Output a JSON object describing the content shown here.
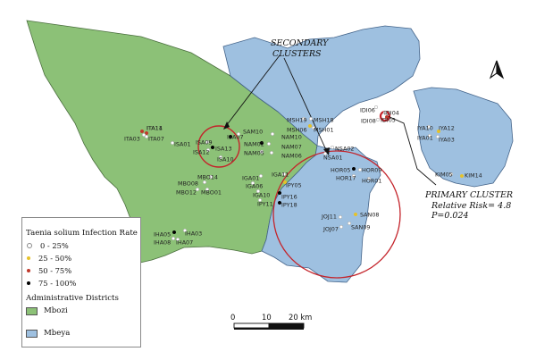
{
  "colors": {
    "green_region": "#8cc177",
    "blue_region": "#9ec0e0",
    "rate_0_25": "#ffffff",
    "rate_25_50": "#e6c229",
    "rate_50_75": "#c0392b",
    "rate_75_100": "#000000",
    "cluster_circle": "#c4242b"
  },
  "annotations": {
    "secondary_line1": "SECONDARY",
    "secondary_line2": "CLUSTERS",
    "primary_line1": "PRIMARY CLUSTER",
    "primary_line2": "Relative Risk= 4.8",
    "primary_line3": "P=0.024"
  },
  "north_arrow": "north-arrow-icon",
  "legend": {
    "infection_title": "Taenia solium Infection Rate",
    "rates": [
      {
        "label": "0 - 25%",
        "color": "#ffffff"
      },
      {
        "label": "25 - 50%",
        "color": "#e6c229"
      },
      {
        "label": "50 - 75%",
        "color": "#c0392b"
      },
      {
        "label": "75 - 100%",
        "color": "#000000"
      }
    ],
    "districts_title": "Administrative Districts",
    "districts": [
      {
        "label": "Mbozi",
        "color": "#8cc177"
      },
      {
        "label": "Mbeya",
        "color": "#9ec0e0"
      }
    ]
  },
  "scale_bar": {
    "labels": [
      "0",
      "10",
      "20 km"
    ]
  },
  "sites": [
    {
      "name": "ITA14",
      "rate": "50 - 75%"
    },
    {
      "name": "ITA11",
      "rate": "50 - 75%"
    },
    {
      "name": "ITA03",
      "rate": "0 - 25%"
    },
    {
      "name": "ITA07",
      "rate": "0 - 25%"
    },
    {
      "name": "ISA01",
      "rate": "0 - 25%"
    },
    {
      "name": "ISA09",
      "rate": "0 - 25%"
    },
    {
      "name": "ISA07",
      "rate": "75 - 100%"
    },
    {
      "name": "ISA13",
      "rate": "75 - 100%"
    },
    {
      "name": "ISA12",
      "rate": "0 - 25%"
    },
    {
      "name": "ISA10",
      "rate": "0 - 25%"
    },
    {
      "name": "SAM10",
      "rate": "0 - 25%"
    },
    {
      "name": "NAM10",
      "rate": "0 - 25%"
    },
    {
      "name": "NAM02",
      "rate": "75 - 100%"
    },
    {
      "name": "NAM07",
      "rate": "0 - 25%"
    },
    {
      "name": "NAM05",
      "rate": "0 - 25%"
    },
    {
      "name": "NAM06",
      "rate": "0 - 25%"
    },
    {
      "name": "MBO14",
      "rate": "0 - 25%"
    },
    {
      "name": "MBO08",
      "rate": "0 - 25%"
    },
    {
      "name": "MBO12",
      "rate": "0 - 25%"
    },
    {
      "name": "MBO01",
      "rate": "0 - 25%"
    },
    {
      "name": "IGA01",
      "rate": "0 - 25%"
    },
    {
      "name": "IGA11",
      "rate": "0 - 25%"
    },
    {
      "name": "IGA06",
      "rate": "0 - 25%"
    },
    {
      "name": "IPY05",
      "rate": "25 - 50%"
    },
    {
      "name": "IGA10",
      "rate": "0 - 25%"
    },
    {
      "name": "IPY16",
      "rate": "75 - 100%"
    },
    {
      "name": "IPY11",
      "rate": "0 - 25%"
    },
    {
      "name": "IPY18",
      "rate": "75 - 100%"
    },
    {
      "name": "IHA05",
      "rate": "75 - 100%"
    },
    {
      "name": "IHA03",
      "rate": "0 - 25%"
    },
    {
      "name": "IHA08",
      "rate": "0 - 25%"
    },
    {
      "name": "IHA07",
      "rate": "0 - 25%"
    },
    {
      "name": "MSH19",
      "rate": "0 - 25%"
    },
    {
      "name": "MSH18",
      "rate": "0 - 25%"
    },
    {
      "name": "MSH06",
      "rate": "25 - 50%"
    },
    {
      "name": "MSH01",
      "rate": "0 - 25%"
    },
    {
      "name": "NSA02",
      "rate": "0 - 25%"
    },
    {
      "name": "NSA01",
      "rate": "0 - 25%"
    },
    {
      "name": "HOR05",
      "rate": "75 - 100%"
    },
    {
      "name": "HOR09",
      "rate": "0 - 25%"
    },
    {
      "name": "HOR17",
      "rate": "0 - 25%"
    },
    {
      "name": "HOR01",
      "rate": "0 - 25%"
    },
    {
      "name": "IDI06",
      "rate": "0 - 25%"
    },
    {
      "name": "IDI04",
      "rate": "0 - 25%"
    },
    {
      "name": "IDI08",
      "rate": "0 - 25%"
    },
    {
      "name": "IDI05",
      "rate": "50 - 75%"
    },
    {
      "name": "IYA10",
      "rate": "0 - 25%"
    },
    {
      "name": "IYA12",
      "rate": "25 - 50%"
    },
    {
      "name": "IYA01",
      "rate": "0 - 25%"
    },
    {
      "name": "IYA03",
      "rate": "0 - 25%"
    },
    {
      "name": "KIM05",
      "rate": "0 - 25%"
    },
    {
      "name": "KIM14",
      "rate": "25 - 50%"
    },
    {
      "name": "JOJ11",
      "rate": "0 - 25%"
    },
    {
      "name": "SAN08",
      "rate": "25 - 50%"
    },
    {
      "name": "JOJ07",
      "rate": "0 - 25%"
    },
    {
      "name": "SAN09",
      "rate": "0 - 25%"
    }
  ]
}
